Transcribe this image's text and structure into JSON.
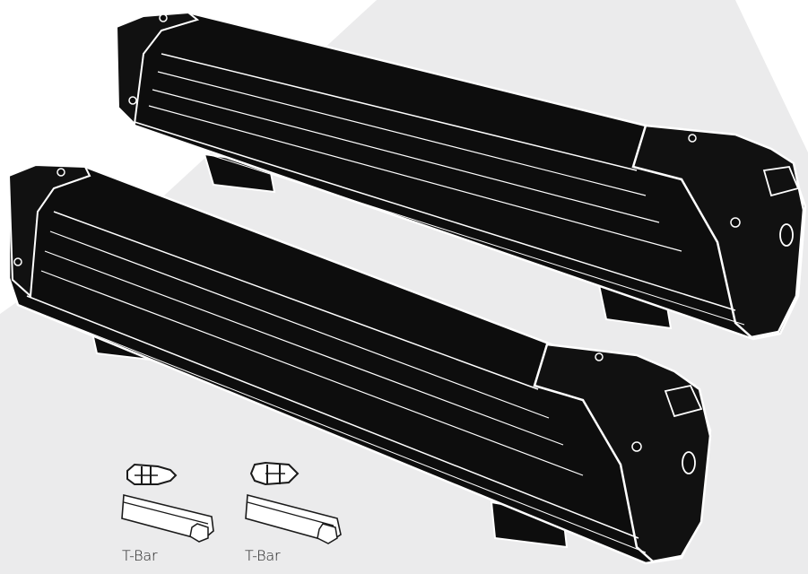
{
  "scene": {
    "subject": "ski-rack-carriers",
    "background_color": "#ebebec",
    "product_color": "#0d0d0d",
    "outline_color": "#ffffff"
  },
  "profiles": [
    {
      "icon": "t-bar-profile-icon-1",
      "label": "T-Bar"
    },
    {
      "icon": "t-bar-profile-icon-2",
      "label": "T-Bar"
    }
  ]
}
